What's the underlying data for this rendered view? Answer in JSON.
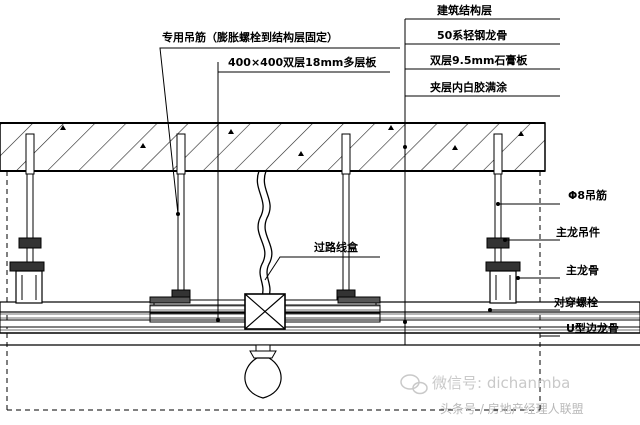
{
  "labels": {
    "hanger_note": "专用吊筋（膨胀螺栓到结构层固定）",
    "plywood_note": "400×400双层18mm多层板",
    "structure_layer": "建筑结构层",
    "keel_50": "50系轻钢龙骨",
    "gypsum_board": "双层9.5mm石膏板",
    "white_glue": "夹层内白胶满涂",
    "rebar": "Φ8吊筋",
    "main_hanger": "主龙吊件",
    "main_keel": "主龙骨",
    "through_bolt": "对穿螺栓",
    "u_keel": "U型边龙骨",
    "junction_box": "过路线盒"
  },
  "watermark": {
    "line1": "微信号: dichanmba",
    "line2": "头条号 / 房地产经理人联盟"
  }
}
